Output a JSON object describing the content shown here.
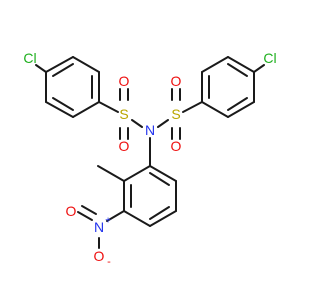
{
  "molecule": {
    "labels": {
      "cl_left": "Cl",
      "cl_right": "Cl",
      "s_left": "S",
      "s_right": "S",
      "n_center": "N",
      "o_s_left_top": "O",
      "o_s_left_bottom": "O",
      "o_s_right_top": "O",
      "o_s_right_bottom": "O",
      "n_nitro": "N",
      "n_nitro_charge": "+",
      "o_nitro_top": "O",
      "o_nitro_bottom": "O",
      "o_nitro_charge": "-"
    },
    "colors": {
      "bond": "#1a1a1a",
      "chlorine": "#1fb01f",
      "sulfur": "#b9a600",
      "nitrogen": "#2233ee",
      "oxygen": "#ee1111"
    }
  }
}
